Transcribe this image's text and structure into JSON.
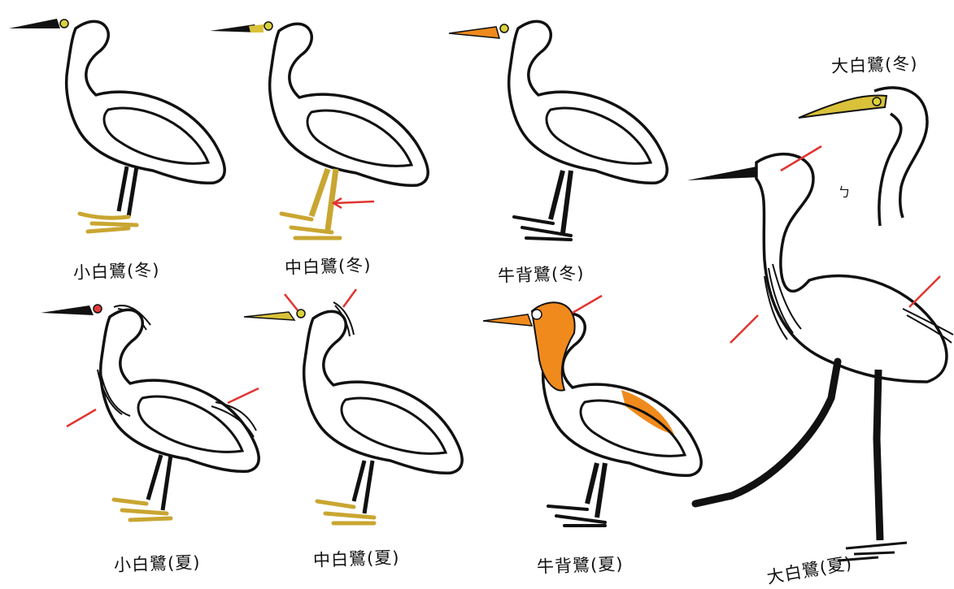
{
  "colors": {
    "outline": "#111111",
    "body": "#ffffff",
    "yellow_foot": "#c9a632",
    "orange_bill": "#f08a1c",
    "buff_plume": "#f08a1c",
    "eye_yellow": "#d9d23a",
    "eye_teal": "#2aa59a",
    "eye_red": "#e23a3a",
    "arrow_red": "#e0342f"
  },
  "labels": {
    "little_egret_winter": "小白鷺(冬)",
    "intermediate_egret_winter": "中白鷺(冬)",
    "cattle_egret_winter": "牛背鷺(冬)",
    "little_egret_summer": "小白鷺(夏)",
    "intermediate_egret_summer": "中白鷺(夏)",
    "cattle_egret_summer": "牛背鷺(夏)",
    "great_egret_winter": "大白鷺(冬)",
    "great_egret_summer": "大白鷺(夏)"
  }
}
